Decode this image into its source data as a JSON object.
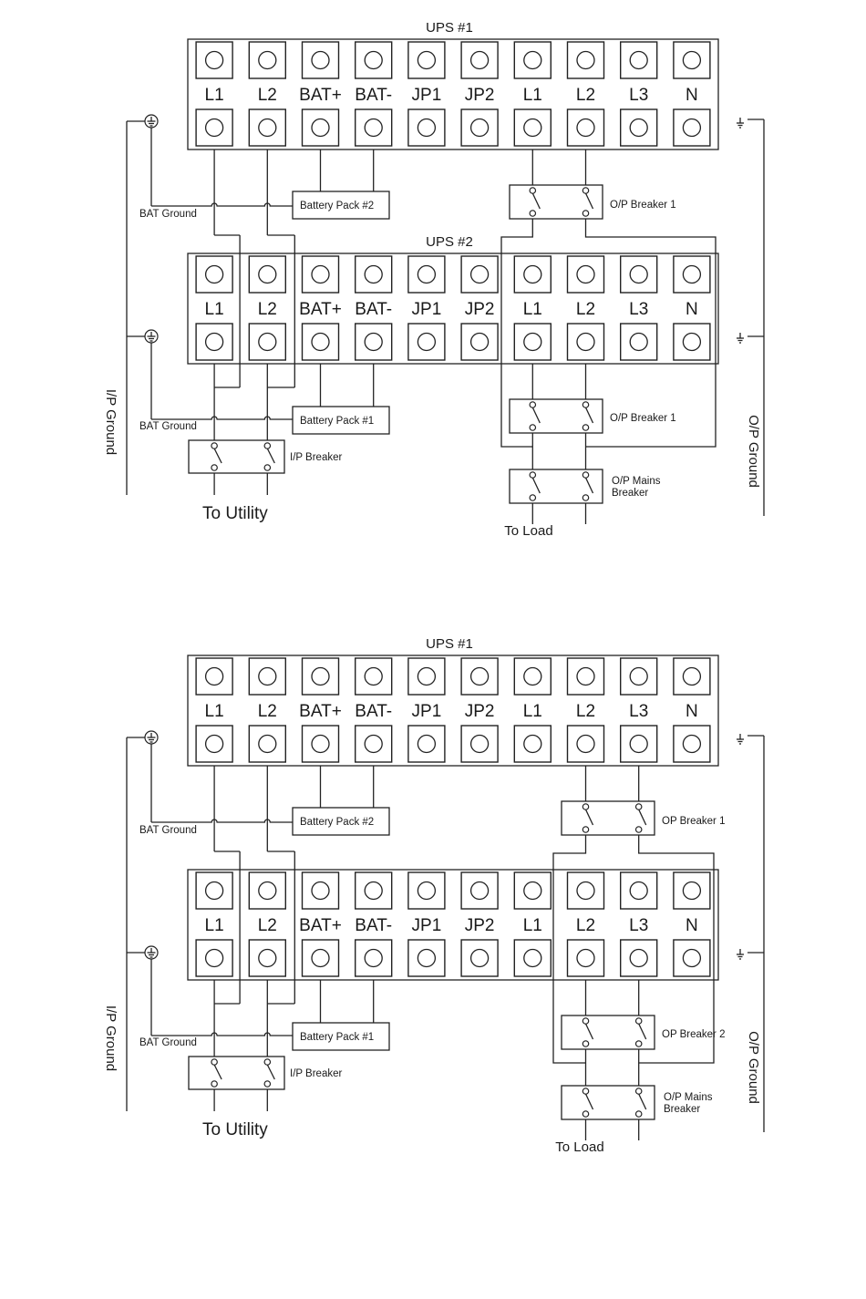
{
  "diagram1": {
    "ups_top": {
      "title": "UPS #1",
      "terminals": [
        "L1",
        "L2",
        "BAT+",
        "BAT-",
        "JP1",
        "JP2",
        "L1",
        "L2",
        "L3",
        "N"
      ]
    },
    "ups_bottom": {
      "title": "UPS #2",
      "terminals": [
        "L1",
        "L2",
        "BAT+",
        "BAT-",
        "JP1",
        "JP2",
        "L1",
        "L2",
        "L3",
        "N"
      ]
    },
    "battery_pack_top": "Battery Pack #2",
    "battery_pack_bottom": "Battery Pack #1",
    "bat_ground_top": "BAT Ground",
    "bat_ground_bottom": "BAT Ground",
    "op_breaker_top": "O/P Breaker 1",
    "op_breaker_bottom": "O/P Breaker 1",
    "ip_breaker": "I/P Breaker",
    "op_mains_breaker": [
      "O/P Mains",
      "Breaker"
    ],
    "to_utility": "To Utility",
    "to_load": "To Load",
    "ip_ground": "I/P Ground",
    "op_ground": "O/P Ground"
  },
  "diagram2": {
    "ups_top": {
      "title": "UPS #1",
      "terminals": [
        "L1",
        "L2",
        "BAT+",
        "BAT-",
        "JP1",
        "JP2",
        "L1",
        "L2",
        "L3",
        "N"
      ]
    },
    "ups_bottom": {
      "title": "",
      "terminals": [
        "L1",
        "L2",
        "BAT+",
        "BAT-",
        "JP1",
        "JP2",
        "L1",
        "L2",
        "L3",
        "N"
      ]
    },
    "battery_pack_top": "Battery Pack #2",
    "battery_pack_bottom": "Battery Pack #1",
    "bat_ground_top": "BAT Ground",
    "bat_ground_bottom": "BAT Ground",
    "op_breaker_top": "OP Breaker 1",
    "op_breaker_bottom": "OP Breaker 2",
    "ip_breaker": "I/P Breaker",
    "op_mains_breaker": [
      "O/P Mains",
      "Breaker"
    ],
    "to_utility": "To Utility",
    "to_load": "To Load",
    "ip_ground": "I/P Ground",
    "op_ground": "O/P Ground"
  }
}
